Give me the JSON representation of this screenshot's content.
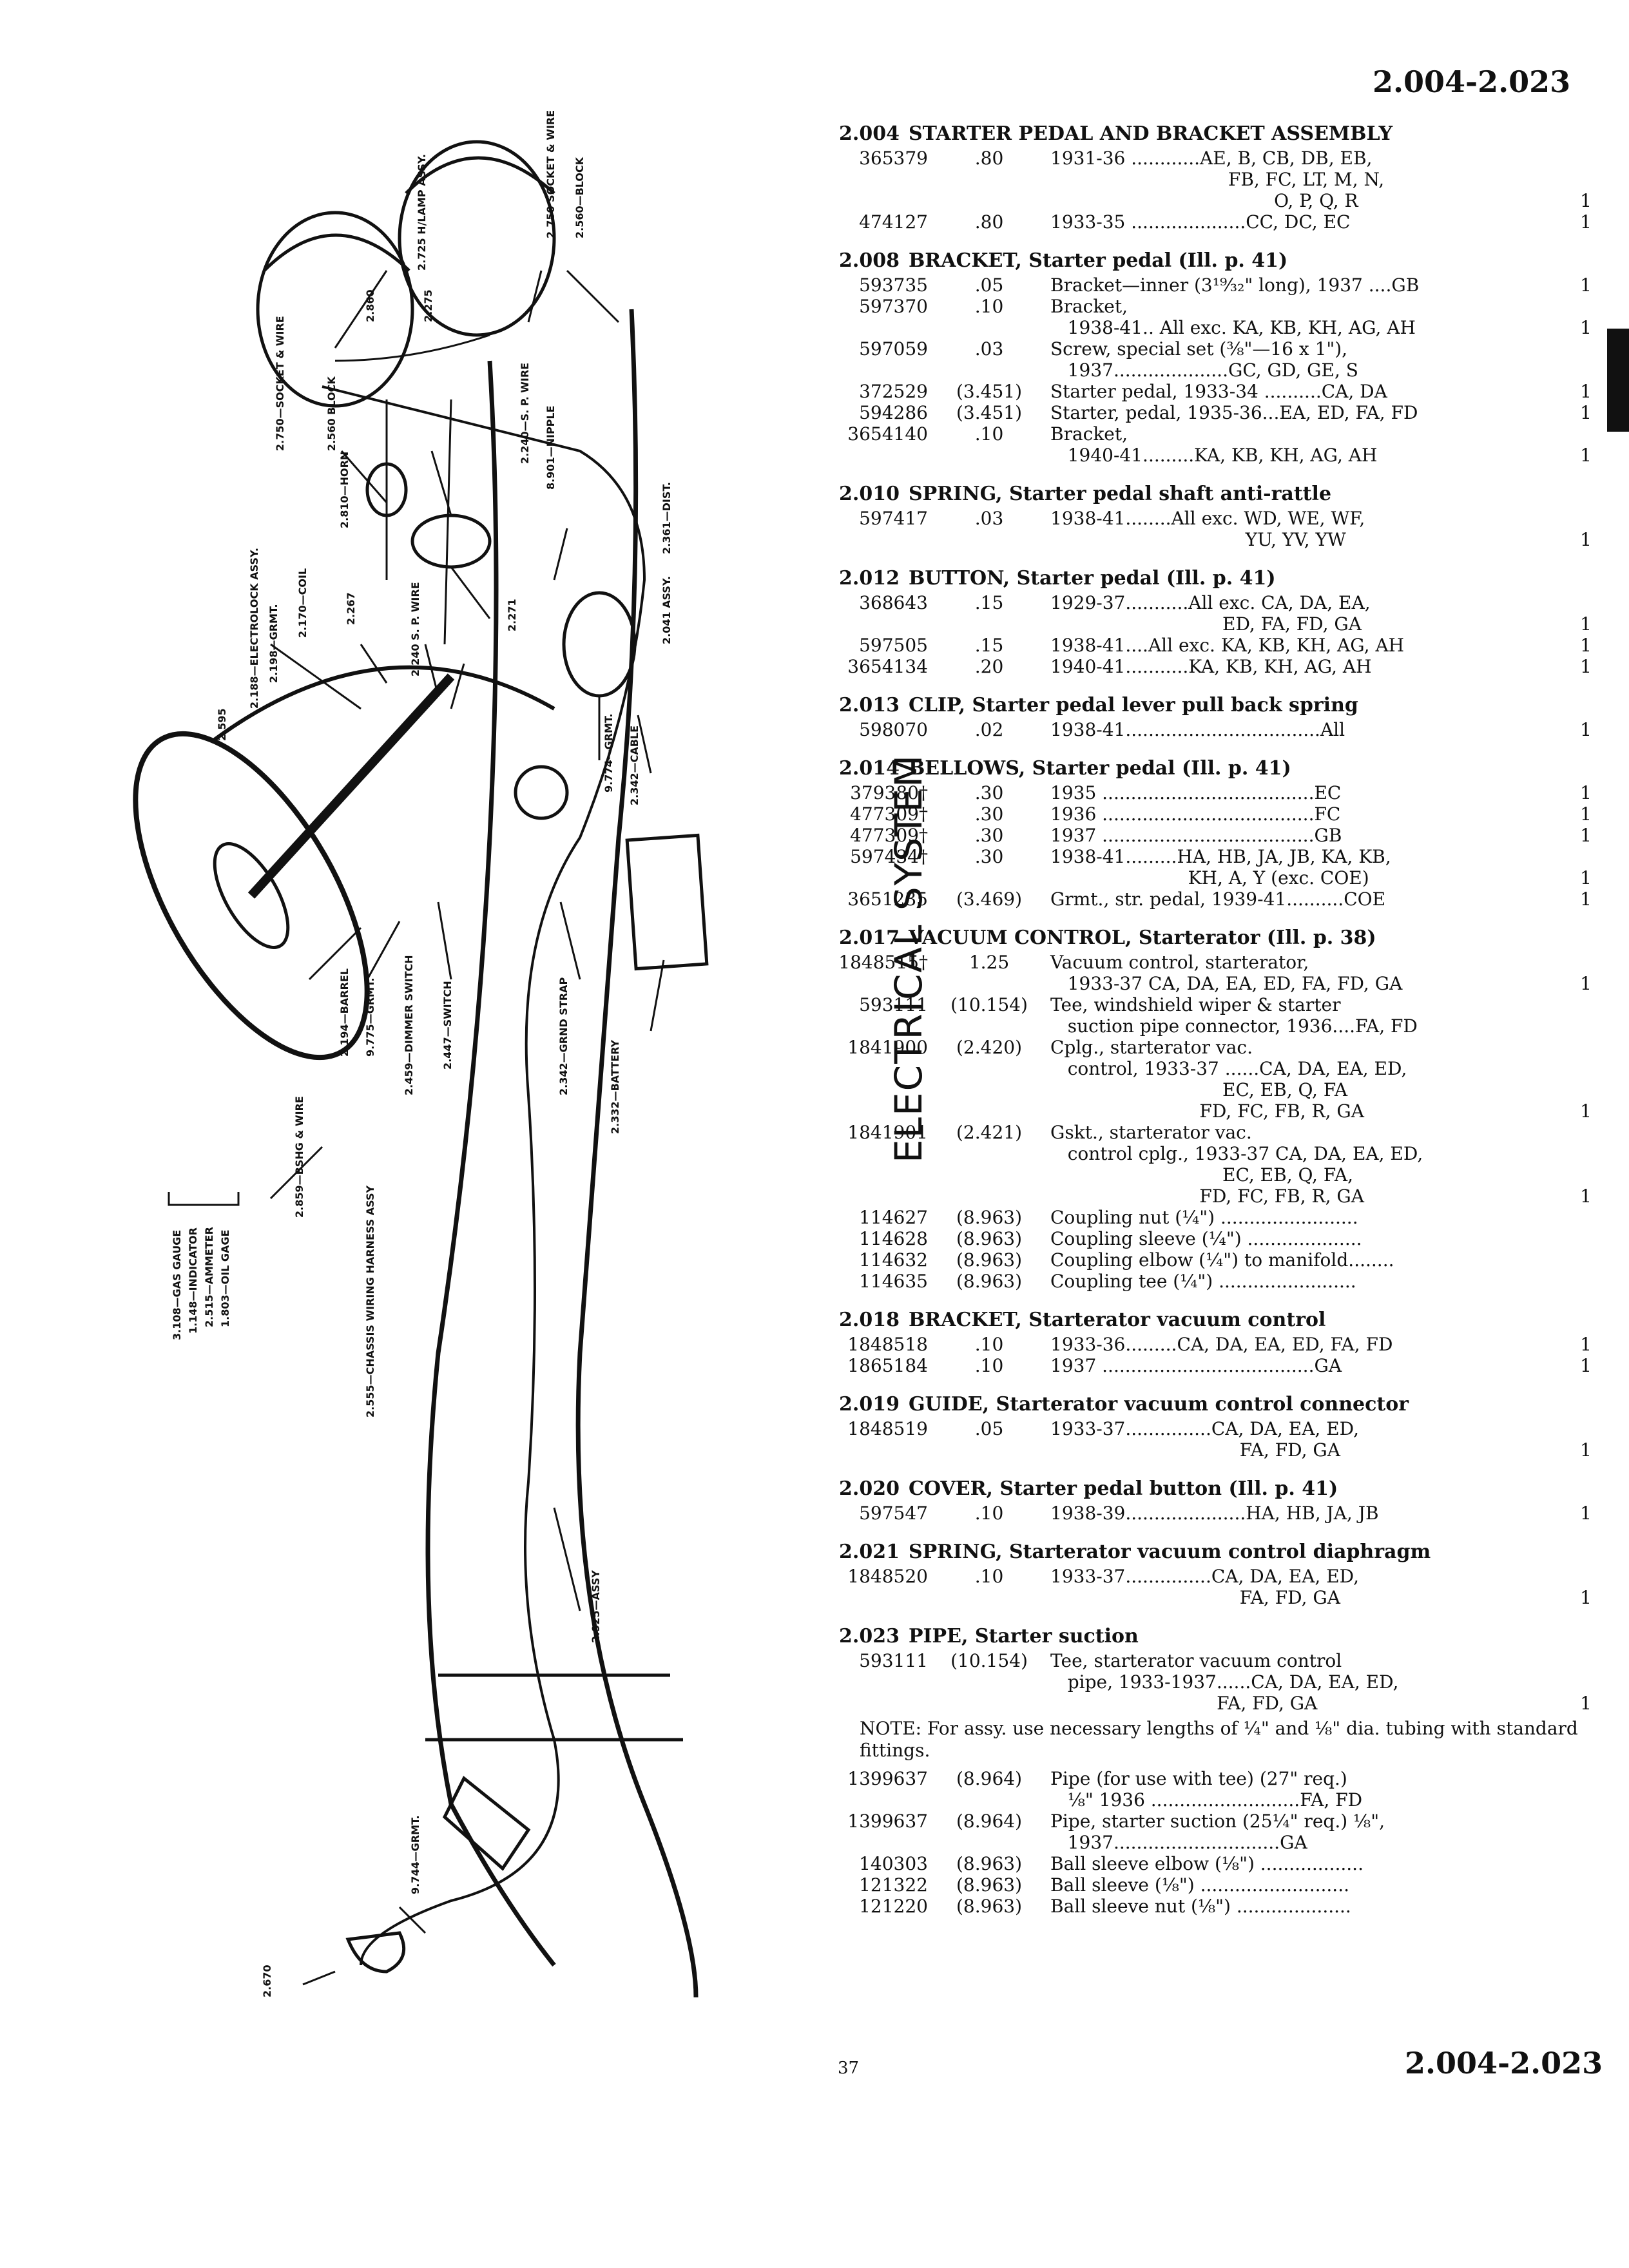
{
  "page": {
    "range_top": "2.004-2.023",
    "range_bottom": "2.004-2.023",
    "page_number": "37",
    "side_title": "ELECTRICAL SYSTEM"
  },
  "diagram_labels": [
    "2.725\nH/LAMP ASSY.",
    "2.750\nSOCKET & WIRE",
    "2.560—BLOCK",
    "2.860",
    "2.275",
    "2.750—SOCKET & WIRE",
    "2.560\nBLOCK",
    "2.810—HORN",
    "2.240—S. P. WIRE",
    "8.901—NIPPLE",
    "2.361—DIST.",
    "2.188—ELECTROLOCK ASSY.",
    "2.170—COIL",
    "2.198—GRMT.",
    "2.267",
    "2.240\nS. P. WIRE",
    "2.271",
    "2.041\nASSY.",
    "2.595",
    "9.774—GRMT.",
    "2.342—CABLE",
    "2.194—BARREL",
    "9.775—GRMT.",
    "2.459—DIMMER SWITCH",
    "2.447—SWITCH",
    "2.342—GRND STRAP",
    "2.332—BATTERY",
    "2.859—BSHG & WIRE",
    "3.108—GAS GAUGE",
    "1.148—INDICATOR",
    "2.515—AMMETER",
    "1.803—OIL GAGE",
    "2.555—CHASSIS WIRING HARNESS ASSY",
    "2.925—ASSY",
    "9.744—GRMT.",
    "2.670"
  ],
  "sections": [
    {
      "num": "2.004",
      "title": "STARTER PEDAL AND BRACKET ASSEMBLY",
      "rows": [
        {
          "pn": "365379",
          "pr": ".80",
          "ds": "1931-36 ............AE, B, CB, DB, EB,",
          "qt": ""
        },
        {
          "pn": "",
          "pr": "",
          "ds": "                               FB, FC, LT, M, N,",
          "qt": ""
        },
        {
          "pn": "",
          "pr": "",
          "ds": "                                       O, P, Q, R",
          "qt": "1"
        },
        {
          "pn": "474127",
          "pr": ".80",
          "ds": "1933-35 ....................CC, DC, EC",
          "qt": "1"
        }
      ]
    },
    {
      "num": "2.008",
      "title": "BRACKET, Starter pedal (Ill. p. 41)",
      "rows": [
        {
          "pn": "593735",
          "pr": ".05",
          "ds": "Bracket—inner (3¹⁹⁄₃₂\" long), 1937 ....GB",
          "qt": "1"
        },
        {
          "pn": "597370",
          "pr": ".10",
          "ds": "Bracket,",
          "qt": ""
        },
        {
          "pn": "",
          "pr": "",
          "ds": "   1938-41.. All exc. KA, KB, KH, AG, AH",
          "qt": "1"
        },
        {
          "pn": "597059",
          "pr": ".03",
          "ds": "Screw, special set (⅜\"—16 x 1\"),",
          "qt": ""
        },
        {
          "pn": "",
          "pr": "",
          "ds": "   1937....................GC, GD, GE, S",
          "qt": ""
        },
        {
          "pn": "372529",
          "pr": "(3.451)",
          "ds": "Starter pedal, 1933-34 ..........CA, DA",
          "qt": "1"
        },
        {
          "pn": "594286",
          "pr": "(3.451)",
          "ds": "Starter, pedal, 1935-36...EA, ED, FA, FD",
          "qt": "1"
        },
        {
          "pn": "3654140",
          "pr": ".10",
          "ds": "Bracket,",
          "qt": ""
        },
        {
          "pn": "",
          "pr": "",
          "ds": "   1940-41.........KA, KB, KH, AG, AH",
          "qt": "1"
        }
      ]
    },
    {
      "num": "2.010",
      "title": "SPRING, Starter pedal shaft anti-rattle",
      "rows": [
        {
          "pn": "597417",
          "pr": ".03",
          "ds": "1938-41........All exc. WD, WE, WF,",
          "qt": ""
        },
        {
          "pn": "",
          "pr": "",
          "ds": "                                  YU, YV, YW",
          "qt": "1"
        }
      ]
    },
    {
      "num": "2.012",
      "title": "BUTTON, Starter pedal (Ill. p. 41)",
      "rows": [
        {
          "pn": "368643",
          "pr": ".15",
          "ds": "1929-37...........All exc. CA, DA, EA,",
          "qt": ""
        },
        {
          "pn": "",
          "pr": "",
          "ds": "                              ED, FA, FD, GA",
          "qt": "1"
        },
        {
          "pn": "597505",
          "pr": ".15",
          "ds": "1938-41....All exc. KA, KB, KH, AG, AH",
          "qt": "1"
        },
        {
          "pn": "3654134",
          "pr": ".20",
          "ds": "1940-41...........KA, KB, KH, AG, AH",
          "qt": "1"
        }
      ]
    },
    {
      "num": "2.013",
      "title": "CLIP, Starter pedal lever pull back spring",
      "rows": [
        {
          "pn": "598070",
          "pr": ".02",
          "ds": "1938-41..................................All",
          "qt": "1"
        }
      ]
    },
    {
      "num": "2.014",
      "title": "BELLOWS, Starter pedal (Ill. p. 41)",
      "rows": [
        {
          "pn": "379380†",
          "pr": ".30",
          "ds": "1935 .....................................EC",
          "qt": "1"
        },
        {
          "pn": "477309†",
          "pr": ".30",
          "ds": "1936 .....................................FC",
          "qt": "1"
        },
        {
          "pn": "477309†",
          "pr": ".30",
          "ds": "1937 .....................................GB",
          "qt": "1"
        },
        {
          "pn": "597434†",
          "pr": ".30",
          "ds": "1938-41.........HA, HB, JA, JB, KA, KB,",
          "qt": ""
        },
        {
          "pn": "",
          "pr": "",
          "ds": "                        KH, A, Y (exc. COE)",
          "qt": "1"
        },
        {
          "pn": "3651235",
          "pr": "(3.469)",
          "ds": "Grmt., str. pedal, 1939-41..........COE",
          "qt": "1"
        }
      ]
    },
    {
      "num": "2.017",
      "title": "VACUUM CONTROL, Starterator (Ill. p. 38)",
      "rows": [
        {
          "pn": "1848515†",
          "pr": "1.25",
          "ds": "Vacuum control, starterator,",
          "qt": ""
        },
        {
          "pn": "",
          "pr": "",
          "ds": "   1933-37 CA, DA, EA, ED, FA, FD, GA",
          "qt": "1"
        },
        {
          "pn": "593111",
          "pr": "(10.154)",
          "ds": "Tee, windshield wiper & starter",
          "qt": ""
        },
        {
          "pn": "",
          "pr": "",
          "ds": "   suction pipe connector, 1936....FA, FD",
          "qt": ""
        },
        {
          "pn": "1841900",
          "pr": "(2.420)",
          "ds": "Cplg., starterator vac.",
          "qt": ""
        },
        {
          "pn": "",
          "pr": "",
          "ds": "   control, 1933-37 ......CA, DA, EA, ED,",
          "qt": ""
        },
        {
          "pn": "",
          "pr": "",
          "ds": "                              EC, EB, Q, FA",
          "qt": ""
        },
        {
          "pn": "",
          "pr": "",
          "ds": "                          FD, FC, FB, R, GA",
          "qt": "1"
        },
        {
          "pn": "1841901",
          "pr": "(2.421)",
          "ds": "Gskt., starterator vac.",
          "qt": ""
        },
        {
          "pn": "",
          "pr": "",
          "ds": "   control cplg., 1933-37 CA, DA, EA, ED,",
          "qt": ""
        },
        {
          "pn": "",
          "pr": "",
          "ds": "                              EC, EB, Q, FA,",
          "qt": ""
        },
        {
          "pn": "",
          "pr": "",
          "ds": "                          FD, FC, FB, R, GA",
          "qt": "1"
        },
        {
          "pn": "114627",
          "pr": "(8.963)",
          "ds": "Coupling nut (¼\") ........................",
          "qt": ""
        },
        {
          "pn": "114628",
          "pr": "(8.963)",
          "ds": "Coupling sleeve (¼\") ....................",
          "qt": ""
        },
        {
          "pn": "114632",
          "pr": "(8.963)",
          "ds": "Coupling elbow (¼\") to manifold........",
          "qt": ""
        },
        {
          "pn": "114635",
          "pr": "(8.963)",
          "ds": "Coupling tee (¼\") ........................",
          "qt": ""
        }
      ]
    },
    {
      "num": "2.018",
      "title": "BRACKET, Starterator vacuum control",
      "rows": [
        {
          "pn": "1848518",
          "pr": ".10",
          "ds": "1933-36.........CA, DA, EA, ED, FA, FD",
          "qt": "1"
        },
        {
          "pn": "1865184",
          "pr": ".10",
          "ds": "1937 .....................................GA",
          "qt": "1"
        }
      ]
    },
    {
      "num": "2.019",
      "title": "GUIDE, Starterator vacuum control connector",
      "rows": [
        {
          "pn": "1848519",
          "pr": ".05",
          "ds": "1933-37...............CA, DA, EA, ED,",
          "qt": ""
        },
        {
          "pn": "",
          "pr": "",
          "ds": "                                 FA, FD, GA",
          "qt": "1"
        }
      ]
    },
    {
      "num": "2.020",
      "title": "COVER, Starter pedal button (Ill. p. 41)",
      "rows": [
        {
          "pn": "597547",
          "pr": ".10",
          "ds": "1938-39.....................HA, HB, JA, JB",
          "qt": "1"
        }
      ]
    },
    {
      "num": "2.021",
      "title": "SPRING, Starterator vacuum control diaphragm",
      "rows": [
        {
          "pn": "1848520",
          "pr": ".10",
          "ds": "1933-37...............CA, DA, EA, ED,",
          "qt": ""
        },
        {
          "pn": "",
          "pr": "",
          "ds": "                                 FA, FD, GA",
          "qt": "1"
        }
      ]
    },
    {
      "num": "2.023",
      "title": "PIPE, Starter suction",
      "rows": [
        {
          "pn": "593111",
          "pr": "(10.154)",
          "ds": "Tee, starterator vacuum control",
          "qt": ""
        },
        {
          "pn": "",
          "pr": "",
          "ds": "   pipe, 1933-1937......CA, DA, EA, ED,",
          "qt": ""
        },
        {
          "pn": "",
          "pr": "",
          "ds": "                             FA, FD, GA",
          "qt": "1"
        }
      ],
      "note": "NOTE: For assy. use necessary lengths of ¼\" and ⅛\" dia. tubing with standard fittings.",
      "rows2": [
        {
          "pn": "1399637",
          "pr": "(8.964)",
          "ds": "Pipe (for use with tee) (27\" req.)",
          "qt": ""
        },
        {
          "pn": "",
          "pr": "",
          "ds": "   ⅛\" 1936 ..........................FA, FD",
          "qt": ""
        },
        {
          "pn": "1399637",
          "pr": "(8.964)",
          "ds": "Pipe, starter suction (25¼\" req.) ⅛\",",
          "qt": ""
        },
        {
          "pn": "",
          "pr": "",
          "ds": "   1937.............................GA",
          "qt": ""
        },
        {
          "pn": "140303",
          "pr": "(8.963)",
          "ds": "Ball sleeve elbow (⅛\") ..................",
          "qt": ""
        },
        {
          "pn": "121322",
          "pr": "(8.963)",
          "ds": "Ball sleeve (⅛\") ..........................",
          "qt": ""
        },
        {
          "pn": "121220",
          "pr": "(8.963)",
          "ds": "Ball sleeve nut (⅛\") ....................",
          "qt": ""
        }
      ]
    }
  ]
}
